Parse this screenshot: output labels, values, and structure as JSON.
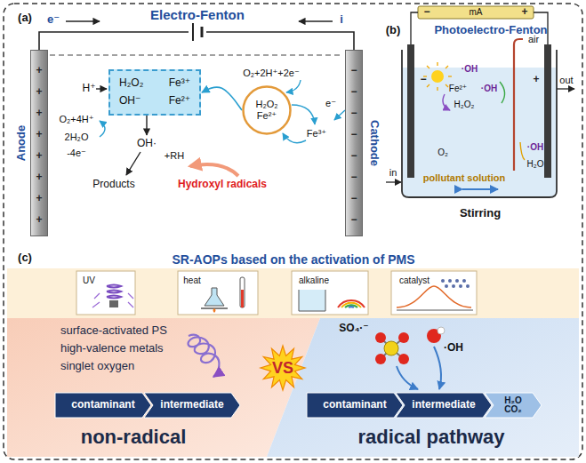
{
  "diagram": {
    "nodes": [
      {
        "text": [
          "Anode"
        ]
      },
      {
        "text": [
          "Cathode"
        ]
      },
      {
        "text": [
          "H₂O₂",
          "Fe³⁺",
          "OH⁻",
          "Fe²⁺"
        ]
      },
      {
        "text": [
          "H₂O₂",
          "Fe²⁺"
        ]
      },
      {
        "text": [
          "contaminant"
        ]
      },
      {
        "text": [
          "intermediate"
        ]
      },
      {
        "text": [
          "contaminant"
        ]
      },
      {
        "text": [
          "intermediate"
        ]
      },
      {
        "text": [
          "H₂O CO₂"
        ]
      }
    ],
    "edges": [
      {
        "from": 0,
        "to": 1,
        "arrow": "none"
      },
      {
        "from": 3,
        "to": 2,
        "arrow": "to"
      }
    ],
    "labels": [
      "(a)",
      "Electro-Fenton",
      "e⁻",
      "i",
      "+",
      "+",
      "+",
      "+",
      "+",
      "+",
      "+",
      "+",
      "−",
      "−",
      "−",
      "−",
      "−",
      "−",
      "−",
      "−",
      "H⁺",
      "O₂+2H⁺+2e⁻",
      "Fe³⁺",
      "e⁻",
      "O₂+4H⁺",
      "2H₂O",
      "-4e⁻",
      "OH·",
      "+RH",
      "Products",
      "Hydroxyl radicals",
      "(b)",
      "Photoelectro-Fenton",
      "mA",
      "−",
      "+",
      "air",
      "out",
      "in",
      "−",
      "+",
      "·OH",
      "Fe²⁺",
      "·OH",
      "H₂O₂",
      "O₂",
      "·OH",
      "H₂O",
      "pollutant solution",
      "Stirring",
      "(c)",
      "SR-AOPs based on the activation of PMS",
      "UV",
      "heat",
      "alkaline",
      "catalyst",
      "surface-activated PS",
      "high-valence metals",
      "singlet oxygen",
      "VS",
      "SO₄·⁻",
      "·OH",
      "non-radical",
      "radical pathway"
    ]
  }
}
